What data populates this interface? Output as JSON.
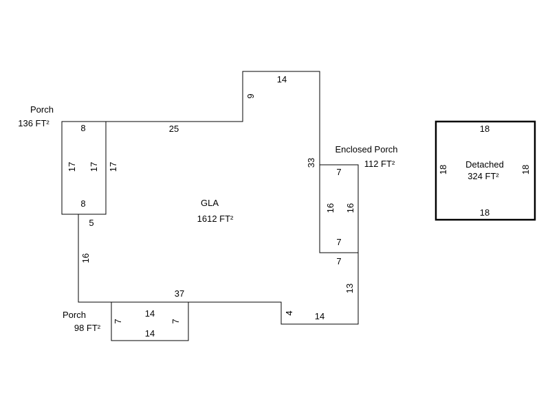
{
  "gla": {
    "label": "GLA",
    "area": "1612 FT²",
    "dims": {
      "top_left": "25",
      "step_up": "9",
      "top": "14",
      "right_upper": "33",
      "right_mid": "7",
      "right_lower": "13",
      "bottom_right": "14",
      "step_down": "4",
      "bottom": "37",
      "left": "16",
      "left_top": "5",
      "porch_side": "17"
    }
  },
  "porch_left": {
    "label": "Porch",
    "area": "136 FT²",
    "dims": {
      "top": "8",
      "bottom": "8",
      "left": "17",
      "inner": "17"
    }
  },
  "porch_bottom": {
    "label": "Porch",
    "area": "98 FT²",
    "dims": {
      "top": "14",
      "bottom": "14",
      "left": "7",
      "right": "7"
    }
  },
  "enclosed_porch": {
    "label": "Enclosed Porch",
    "area": "112 FT²",
    "dims": {
      "top": "7",
      "bottom": "7",
      "left": "16",
      "right": "16"
    }
  },
  "detached": {
    "label": "Detached",
    "area": "324 FT²",
    "dims": {
      "top": "18",
      "bottom": "18",
      "left": "18",
      "right": "18"
    }
  }
}
